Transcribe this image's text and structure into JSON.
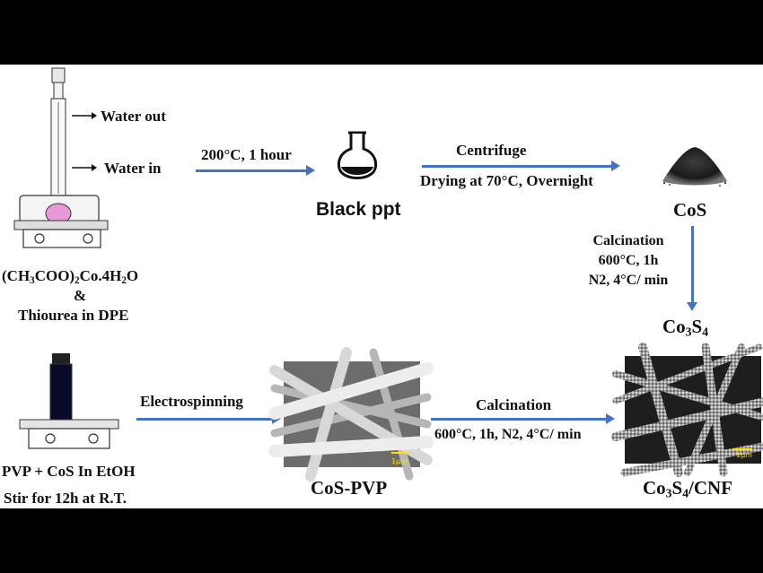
{
  "water_out": "Water out",
  "water_in": "Water in",
  "precursor": {
    "line1_a": "(CH",
    "line1_sub1": "3",
    "line1_b": "COO)",
    "line1_sub2": "2",
    "line1_c": "Co.4H",
    "line1_sub3": "2",
    "line1_d": "O",
    "amp": "&",
    "line3": "Thiourea  in DPE"
  },
  "step1": "200°C, 1 hour",
  "black_ppt": "Black ppt",
  "step2_top": "Centrifuge",
  "step2_bottom": "Drying at 70°C, Overnight",
  "cos": "CoS",
  "calc1": {
    "line1": "Calcination",
    "line2": "600°C, 1h",
    "line3": "N2, 4°C/ min"
  },
  "co3s4": {
    "a": "Co",
    "s1": "3",
    "b": "S",
    "s2": "4"
  },
  "electro_left": {
    "line1": "PVP + CoS  In EtOH",
    "line2": "Stir for 12h at R.T."
  },
  "electrospinning": "Electrospinning",
  "cos_pvp": "CoS-PVP",
  "calc2_top": "Calcination",
  "calc2_bottom": "600°C, 1h, N2, 4°C/ min",
  "co3s4_cnf": {
    "a": "Co",
    "s1": "3",
    "b": "S",
    "s2": "4",
    "c": "/CNF"
  },
  "scale_bar_label": "1μm",
  "colors": {
    "arrow": "#4472c4",
    "background_frame": "#000000",
    "panel": "#ffffff"
  }
}
